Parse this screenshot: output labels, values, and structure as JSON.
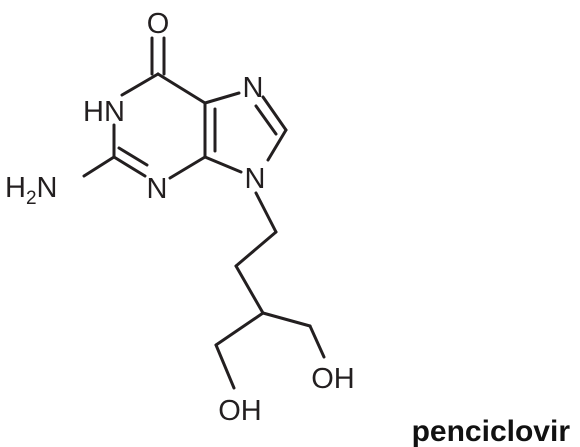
{
  "molecule": {
    "name": "penciclovir",
    "atoms": {
      "carbonyl_o": "O",
      "ring_nh": "HN",
      "amine_h": "H",
      "amine_sub": "2",
      "amine_n": "N",
      "ring_n3": "N",
      "imidazole_n7": "N",
      "imidazole_n9": "N",
      "hydroxyl_right": "OH",
      "hydroxyl_left": "OH"
    }
  },
  "colors": {
    "ink": "#231f20",
    "background": "#ffffff"
  }
}
